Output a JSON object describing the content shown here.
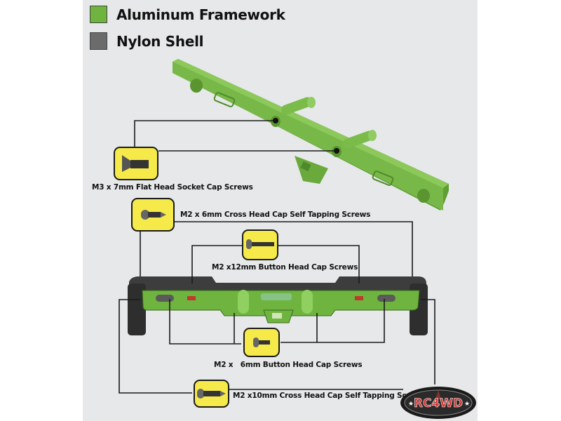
{
  "legend": [
    {
      "label": "Aluminum Framework",
      "color": "#6fb43f"
    },
    {
      "label": "Nylon Shell",
      "color": "#6b6b6b"
    }
  ],
  "parts": {
    "top_view": "aluminum-framework-rear-bumper",
    "bottom_view": "assembled-bumper-with-nylon-shell"
  },
  "screws": [
    {
      "id": "m3x7-flat",
      "label": "M3 x 7mm Flat Head Socket Cap Screws",
      "icon": "flat-head-screw-icon"
    },
    {
      "id": "m2x6-cross-tap",
      "label": "M2 x 6mm Cross Head Cap Self Tapping Screws",
      "icon": "self-tapping-screw-icon"
    },
    {
      "id": "m2x12-button",
      "label": "M2 x12mm Button Head Cap Screws",
      "icon": "button-head-screw-icon"
    },
    {
      "id": "m2x6-button",
      "label": "M2 x   6mm Button Head Cap Screws",
      "icon": "button-head-screw-icon"
    },
    {
      "id": "m2x10-cross-tap",
      "label": "M2 x10mm Cross Head Cap Self Tapping Screws",
      "icon": "self-tapping-screw-icon"
    }
  ],
  "logo": {
    "text": "RC4WD"
  },
  "colors": {
    "panel": "#e7e8ea",
    "aluminum": "#6fb43f",
    "nylon": "#4a4a4a",
    "callout": "#f6ea4a"
  }
}
